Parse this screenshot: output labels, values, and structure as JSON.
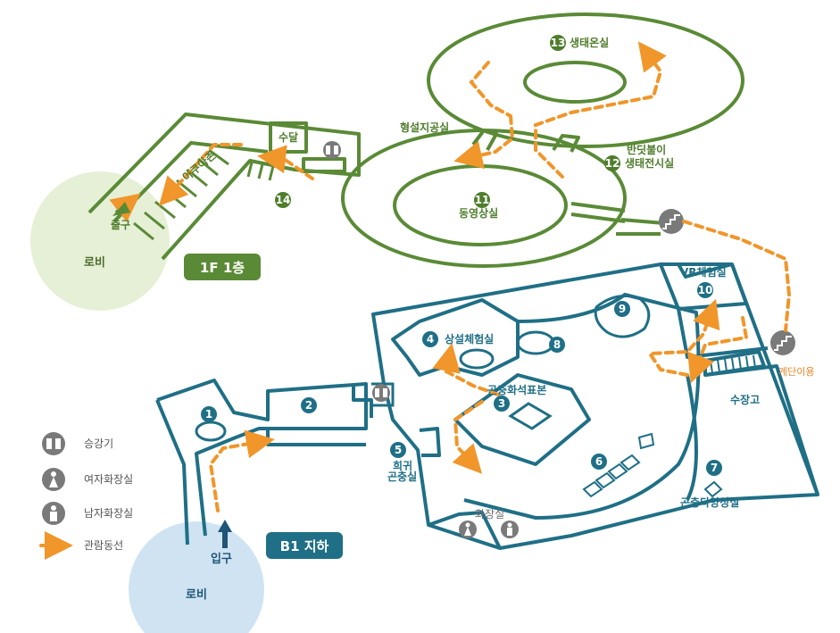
{
  "colors": {
    "green": "#5a8a36",
    "blue": "#1f6f86",
    "route": "#f0962a",
    "lobby_green": "#e6f0d6",
    "lobby_blue": "#cfe3f3",
    "gray": "#777777"
  },
  "floor_1f": {
    "badge": "1F 1층",
    "lobby": "로비",
    "exit": "출구",
    "aquarium_lane": "아쿠아존",
    "sudal": "수달",
    "hyeongseol": "형설지공실",
    "bandi_line1": "반딧불이",
    "bandi_line2": "생태전시실",
    "dongyeong": "동영상실",
    "ecology_greenhouse": "생태온실",
    "num_11": "11",
    "num_12": "12",
    "num_13": "13",
    "num_14": "14"
  },
  "floor_b1": {
    "badge": "B1 지하",
    "lobby": "로비",
    "entrance": "입구",
    "sangseol": "상설체험실",
    "vr": "VR체험실",
    "gonchung_specimen": "곤충화석표본",
    "rare_line1": "희귀",
    "rare_line2": "곤충실",
    "restroom": "화장실",
    "storage": "수장고",
    "diversity": "곤충다양성실",
    "stairs_use": "계단이용",
    "num_1": "1",
    "num_2": "2",
    "num_3": "3",
    "num_4": "4",
    "num_5": "5",
    "num_6": "6",
    "num_7": "7",
    "num_8": "8",
    "num_9": "9",
    "num_10": "10"
  },
  "legend": [
    {
      "icon": "elevator-icon",
      "label": "승강기"
    },
    {
      "icon": "female-restroom-icon",
      "label": "여자화장실"
    },
    {
      "icon": "male-restroom-icon",
      "label": "남자화장실"
    },
    {
      "icon": "route-arrow-icon",
      "label": "관람동선"
    }
  ]
}
